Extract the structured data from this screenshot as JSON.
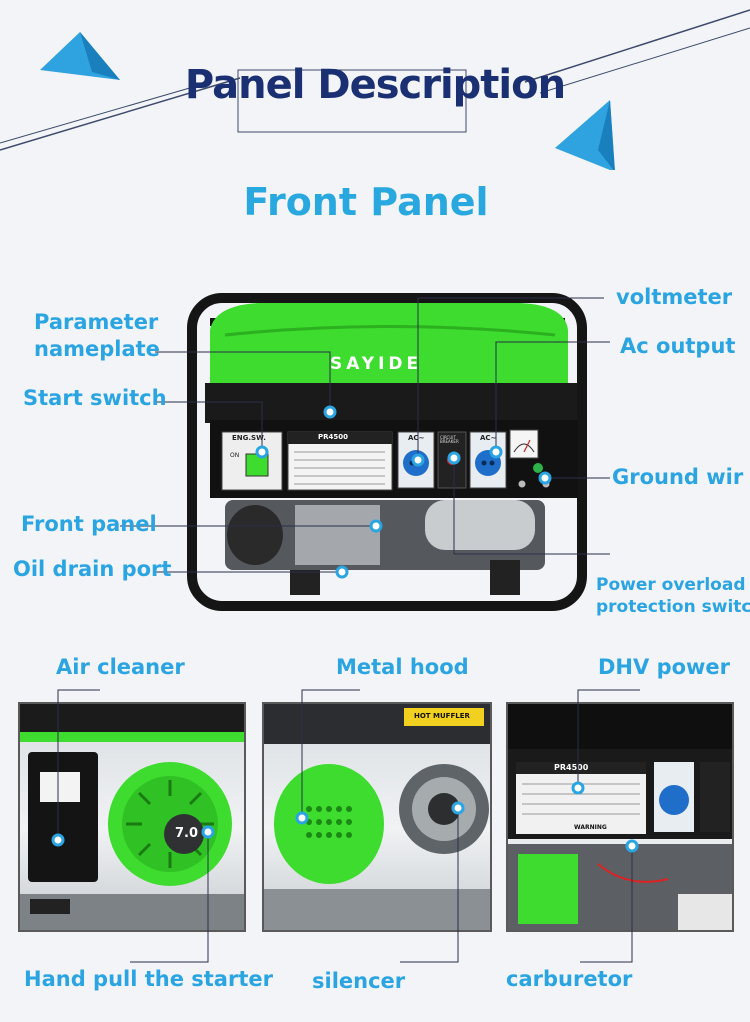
{
  "header": {
    "title": "Panel Description",
    "subtitle": "Front Panel"
  },
  "main_photo": {
    "brand": "SAYIDE",
    "model": "PR4500",
    "switch_label": "ENG.SW.",
    "switch_on": "ON",
    "socket_label": "AC~",
    "breaker_label": "CIRCUIT BREAKER"
  },
  "callouts": {
    "voltmeter": "voltmeter",
    "parameter_nameplate_1": "Parameter",
    "parameter_nameplate_2": "nameplate",
    "ac_output": "Ac output",
    "start_switch": "Start switch",
    "ground_wire": "Ground wir",
    "front_panel": "Front panel",
    "oil_drain_port": "Oil drain port",
    "power_overload_1": "Power overload",
    "power_overload_2": "protection switcl"
  },
  "bottom": {
    "air_cleaner": "Air cleaner",
    "metal_hood": "Metal hood",
    "dhv_power": "DHV power",
    "hand_pull": "Hand pull the starter",
    "silencer": "silencer",
    "carburetor": "carburetor",
    "engine_label": "7.0",
    "hot_muffler": "HOT MUFFLER",
    "warning_label": "WARNING",
    "model2": "PR4500"
  },
  "colors": {
    "title": "#1b2f73",
    "accent": "#2ba4e2",
    "generator_green": "#3ddc2e",
    "frame": "#141414"
  }
}
